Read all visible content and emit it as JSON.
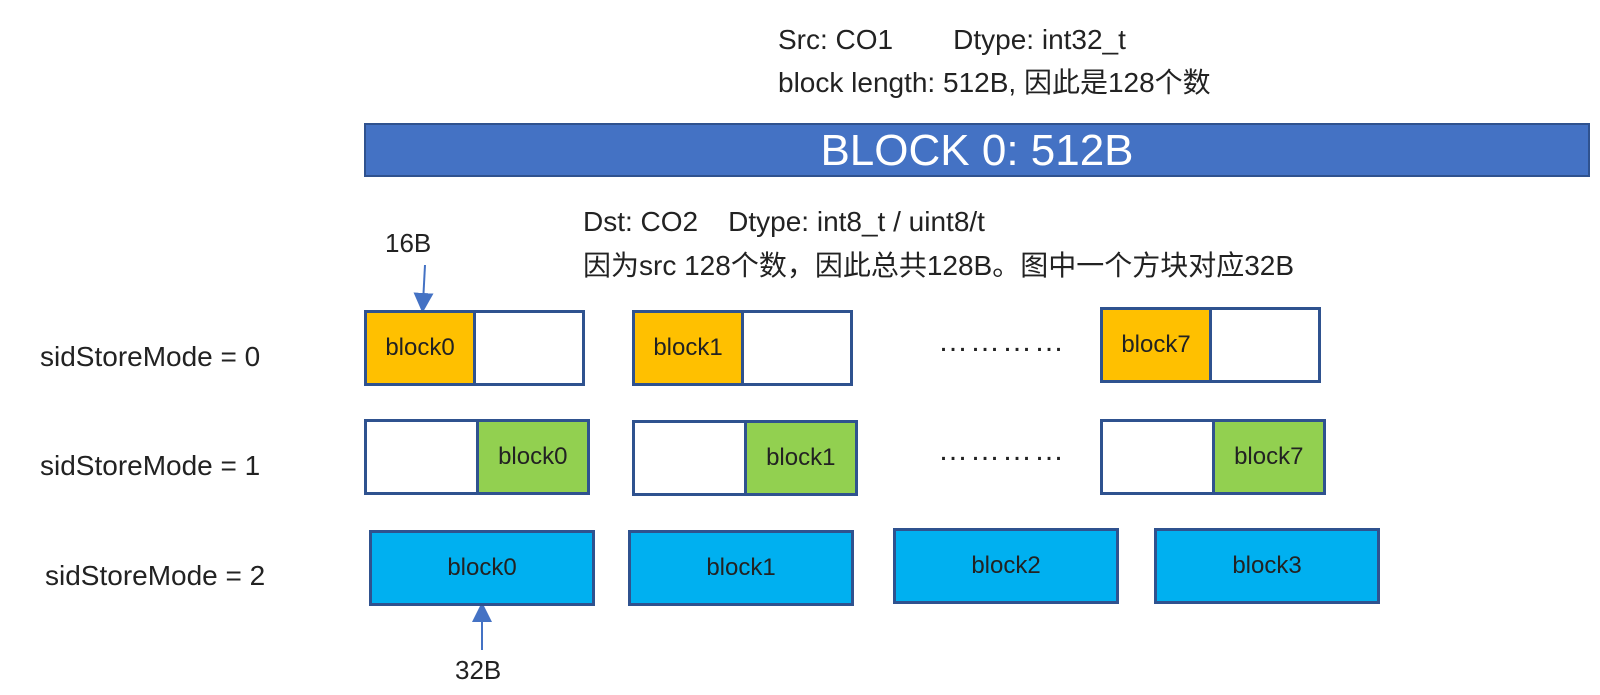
{
  "header": {
    "src_label": "Src: CO1",
    "src_dtype": "Dtype: int32_t",
    "src_length": "block length: 512B, 因此是128个数"
  },
  "banner": {
    "label": "BLOCK 0: 512B"
  },
  "dst": {
    "dst_label": "Dst: CO2",
    "dst_dtype": "Dtype: int8_t / uint8/t",
    "note": "因为src 128个数，因此总共128B。图中一个方块对应32B"
  },
  "annotations": {
    "top_size": "16B",
    "bottom_size": "32B"
  },
  "ellipsis": "…………",
  "rows": [
    {
      "mode_label": "sidStoreMode = 0",
      "blocks": [
        {
          "label": "block0",
          "color": "#ffc000"
        },
        {
          "label": "block1",
          "color": "#ffc000"
        },
        {
          "label": "block7",
          "color": "#ffc000"
        }
      ]
    },
    {
      "mode_label": "sidStoreMode = 1",
      "blocks": [
        {
          "label": "block0",
          "color": "#92d050"
        },
        {
          "label": "block1",
          "color": "#92d050"
        },
        {
          "label": "block7",
          "color": "#92d050"
        }
      ]
    },
    {
      "mode_label": "sidStoreMode = 2",
      "blocks": [
        {
          "label": "block0",
          "color": "#00b0f0"
        },
        {
          "label": "block1",
          "color": "#00b0f0"
        },
        {
          "label": "block2",
          "color": "#00b0f0"
        },
        {
          "label": "block3",
          "color": "#00b0f0"
        }
      ]
    }
  ]
}
